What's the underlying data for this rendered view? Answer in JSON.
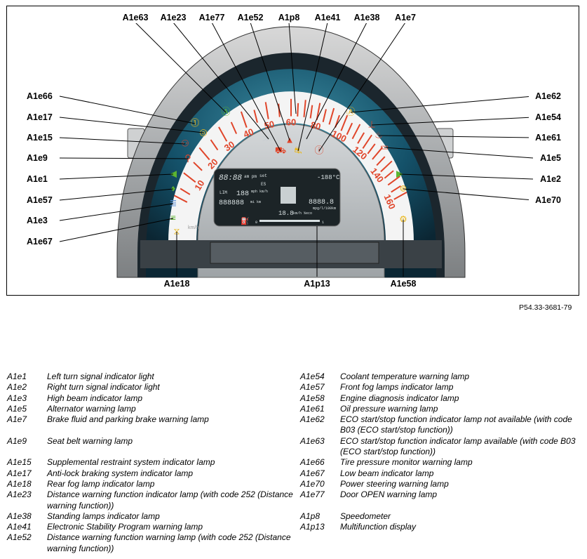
{
  "figure": {
    "reference": "P54.33-3681-79",
    "callouts_top": [
      "A1e63",
      "A1e23",
      "A1e77",
      "A1e52",
      "A1p8",
      "A1e41",
      "A1e38",
      "A1e7"
    ],
    "callouts_left": [
      "A1e66",
      "A1e17",
      "A1e15",
      "A1e9",
      "A1e1",
      "A1e57",
      "A1e3",
      "A1e67"
    ],
    "callouts_right": [
      "A1e62",
      "A1e54",
      "A1e61",
      "A1e5",
      "A1e2",
      "A1e70"
    ],
    "callouts_bottom": [
      "A1e18",
      "A1p13",
      "A1e58"
    ],
    "speedometer": {
      "scale": [
        "10",
        "20",
        "30",
        "40",
        "50",
        "60",
        "80",
        "100",
        "120",
        "140",
        "160"
      ],
      "unit": "km/h"
    },
    "display": {
      "clock": "88:88",
      "ampm": "am pm",
      "set": "set",
      "temp": "-188°C",
      "limit": "LIM",
      "speed": "188",
      "speed_unit": "mph km/h",
      "odometer": "888888",
      "odo_unit": "mi km",
      "trip": "8888.8",
      "consumption_unit": "mpg/l/100km",
      "eco": "18.8",
      "eco_unit": "km/h %eco",
      "gauge_min": "0",
      "gauge_max": "1",
      "es": "ES"
    },
    "indicators": [
      {
        "id": "A1e63",
        "icon": "eco-start-stop-icon",
        "color": "#5cb531"
      },
      {
        "id": "A1e23",
        "icon": "distance-warning-icon",
        "color": "#c9cfd2"
      },
      {
        "id": "A1e77",
        "icon": "door-open-icon",
        "color": "#e0452a"
      },
      {
        "id": "A1e52",
        "icon": "distance-warning-triangle-icon",
        "color": "#e0452a"
      },
      {
        "id": "A1e41",
        "icon": "esp-icon",
        "color": "#e9b71e"
      },
      {
        "id": "A1e38",
        "icon": "standing-lamps-icon",
        "color": "#c9cfd2"
      },
      {
        "id": "A1e7",
        "icon": "brake-icon",
        "color": "#e0452a"
      },
      {
        "id": "A1e66",
        "icon": "tire-pressure-icon",
        "color": "#e9b71e"
      },
      {
        "id": "A1e17",
        "icon": "abs-icon",
        "color": "#e9b71e"
      },
      {
        "id": "A1e15",
        "icon": "airbag-icon",
        "color": "#e0452a"
      },
      {
        "id": "A1e9",
        "icon": "seat-belt-icon",
        "color": "#e0452a"
      },
      {
        "id": "A1e1",
        "icon": "left-turn-arrow-icon",
        "color": "#5cb531"
      },
      {
        "id": "A1e57",
        "icon": "front-fog-icon",
        "color": "#5cb531"
      },
      {
        "id": "A1e3",
        "icon": "high-beam-icon",
        "color": "#5b8fd6"
      },
      {
        "id": "A1e67",
        "icon": "low-beam-icon",
        "color": "#5cb531"
      },
      {
        "id": "A1e62",
        "icon": "eco-not-available-icon",
        "color": "#e9b71e"
      },
      {
        "id": "A1e54",
        "icon": "coolant-temperature-icon",
        "color": "#e0452a"
      },
      {
        "id": "A1e61",
        "icon": "oil-pressure-icon",
        "color": "#e0452a"
      },
      {
        "id": "A1e5",
        "icon": "battery-icon",
        "color": "#e0452a"
      },
      {
        "id": "A1e2",
        "icon": "right-turn-arrow-icon",
        "color": "#5cb531"
      },
      {
        "id": "A1e70",
        "icon": "power-steering-icon",
        "color": "#e9b71e"
      },
      {
        "id": "A1e18",
        "icon": "rear-fog-icon",
        "color": "#e9b71e"
      },
      {
        "id": "A1e58",
        "icon": "engine-diagnosis-icon",
        "color": "#e9b71e"
      }
    ]
  },
  "legend": {
    "left": [
      {
        "code": "A1e1",
        "desc": "Left turn signal indicator light"
      },
      {
        "code": "A1e2",
        "desc": "Right turn signal indicator light"
      },
      {
        "code": "A1e3",
        "desc": "High beam indicator lamp"
      },
      {
        "code": "A1e5",
        "desc": "Alternator warning lamp"
      },
      {
        "code": "A1e7",
        "desc": "Brake fluid and parking brake warning lamp"
      },
      {
        "code": "A1e9",
        "desc": "Seat belt warning lamp"
      },
      {
        "code": "A1e15",
        "desc": "Supplemental restraint system indicator lamp"
      },
      {
        "code": "A1e17",
        "desc": "Anti-lock braking system indicator lamp"
      },
      {
        "code": "A1e18",
        "desc": "Rear fog lamp indicator lamp"
      },
      {
        "code": "A1e23",
        "desc": "Distance warning function indicator lamp (with code 252 (Distance warning function))"
      },
      {
        "code": "A1e38",
        "desc": "Standing lamps indicator lamp"
      },
      {
        "code": "A1e41",
        "desc": "Electronic Stability Program warning lamp"
      },
      {
        "code": "A1e52",
        "desc": "Distance warning function warning lamp (with code 252 (Distance warning function))"
      }
    ],
    "right": [
      {
        "code": "A1e54",
        "desc": "Coolant temperature warning lamp"
      },
      {
        "code": "A1e57",
        "desc": "Front fog lamps indicator lamp"
      },
      {
        "code": "A1e58",
        "desc": "Engine diagnosis indicator lamp"
      },
      {
        "code": "A1e61",
        "desc": "Oil pressure warning lamp"
      },
      {
        "code": "A1e62",
        "desc": "ECO start/stop function indicator lamp not available (with code B03 (ECO start/stop function))"
      },
      {
        "code": "A1e63",
        "desc": "ECO start/stop function indicator lamp available (with code B03 (ECO start/stop function))"
      },
      {
        "code": "A1e66",
        "desc": "Tire pressure monitor warning lamp"
      },
      {
        "code": "A1e67",
        "desc": "Low beam indicator lamp"
      },
      {
        "code": "A1e70",
        "desc": "Power steering warning lamp"
      },
      {
        "code": "A1e77",
        "desc": "Door OPEN warning lamp"
      },
      {
        "code": "A1p8",
        "desc": "Speedometer"
      },
      {
        "code": "A1p13",
        "desc": "Multifunction display"
      }
    ]
  }
}
